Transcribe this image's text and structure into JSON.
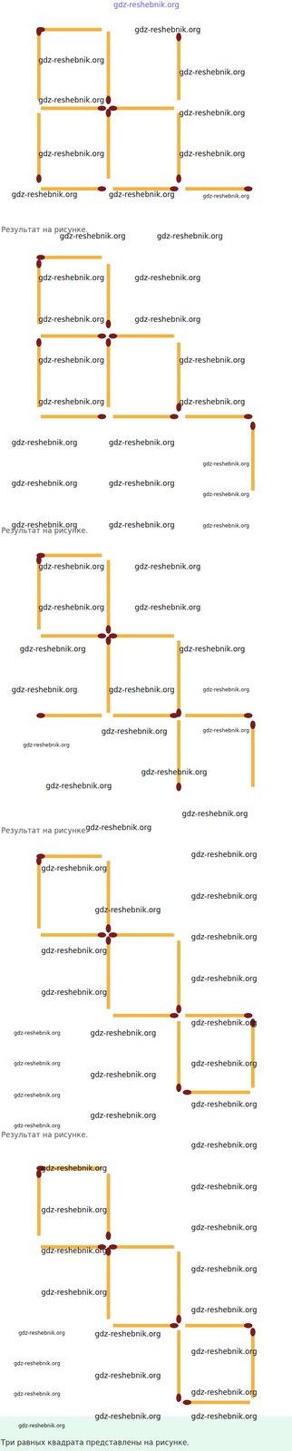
{
  "diagram": {
    "caption": "Три равных квадрата представлены на рисунке.",
    "labels": [
      "gdz-reshebnik.org",
      "gdz-reshebnik.org",
      "gdz-reshebnik.org",
      "gdz-reshebnik.org",
      "gdz-reshebnik.org",
      "gdz-reshebnik.org",
      "gdz-reshebnik.org",
      "gdz-reshebnik.org",
      "gdz-reshebnik.org",
      "gdz-reshebnik.org",
      "gdz-reshebnik.org",
      "Результат на рисунке.",
      "gdz-reshebnik.org",
      "gdz-reshebnik.org",
      "gdz-reshebnik.org",
      "gdz-reshebnik.org",
      "gdz-reshebnik.org",
      "gdz-reshebnik.org",
      "gdz-reshebnik.org",
      "gdz-reshebnik.org",
      "gdz-reshebnik.org",
      "gdz-reshebnik.org",
      "gdz-reshebnik.org",
      "gdz-reshebnik.org",
      "gdz-reshebnik.org",
      "gdz-reshebnik.org",
      "gdz-reshebnik.org",
      "gdz-reshebnik.org",
      "gdz-reshebnik.org",
      "gdz-reshebnik.org",
      "gdz-reshebnik.org",
      "Результат на рисунке.",
      "gdz-reshebnik.org",
      "gdz-reshebnik.org",
      "gdz-reshebnik.org",
      "gdz-reshebnik.org",
      "gdz-reshebnik.org",
      "gdz-reshebnik.org",
      "gdz-reshebnik.org",
      "gdz-reshebnik.org",
      "gdz-reshebnik.org",
      "gdz-reshebnik.org",
      "gdz-reshebnik.org",
      "gdz-reshebnik.org",
      "gdz-reshebnik.org",
      "gdz-reshebnik.org",
      "gdz-reshebnik.org",
      "Результат на рисунке.",
      "gdz-reshebnik.org",
      "gdz-reshebnik.org",
      "gdz-reshebnik.org",
      "gdz-reshebnik.org",
      "gdz-reshebnik.org",
      "gdz-reshebnik.org",
      "gdz-reshebnik.org",
      "gdz-reshebnik.org",
      "gdz-reshebnik.org",
      "gdz-reshebnik.org",
      "gdz-reshebnik.org",
      "gdz-reshebnik.org",
      "gdz-reshebnik.org",
      "gdz-reshebnik.org",
      "gdz-reshebnik.org",
      "gdz-reshebnik.org",
      "gdz-reshebnik.org",
      "gdz-reshebnik.org",
      "gdz-reshebnik.org",
      "Результат на рисунке.",
      "gdz-reshebnik.org",
      "gdz-reshebnik.org",
      "gdz-reshebnik.org",
      "gdz-reshebnik.org",
      "gdz-reshebnik.org",
      "gdz-reshebnik.org",
      "gdz-reshebnik.org",
      "gdz-reshebnik.org",
      "gdz-reshebnik.org",
      "gdz-reshebnik.org",
      "gdz-reshebnik.org",
      "gdz-reshebnik.org",
      "gdz-reshebnik.org",
      "gdz-reshebnik.org",
      "gdz-reshebnik.org",
      "gdz-reshebnik.org",
      "gdz-reshebnik.org",
      "gdz-reshebnik.org",
      "gdz-reshebnik.org"
    ]
  }
}
